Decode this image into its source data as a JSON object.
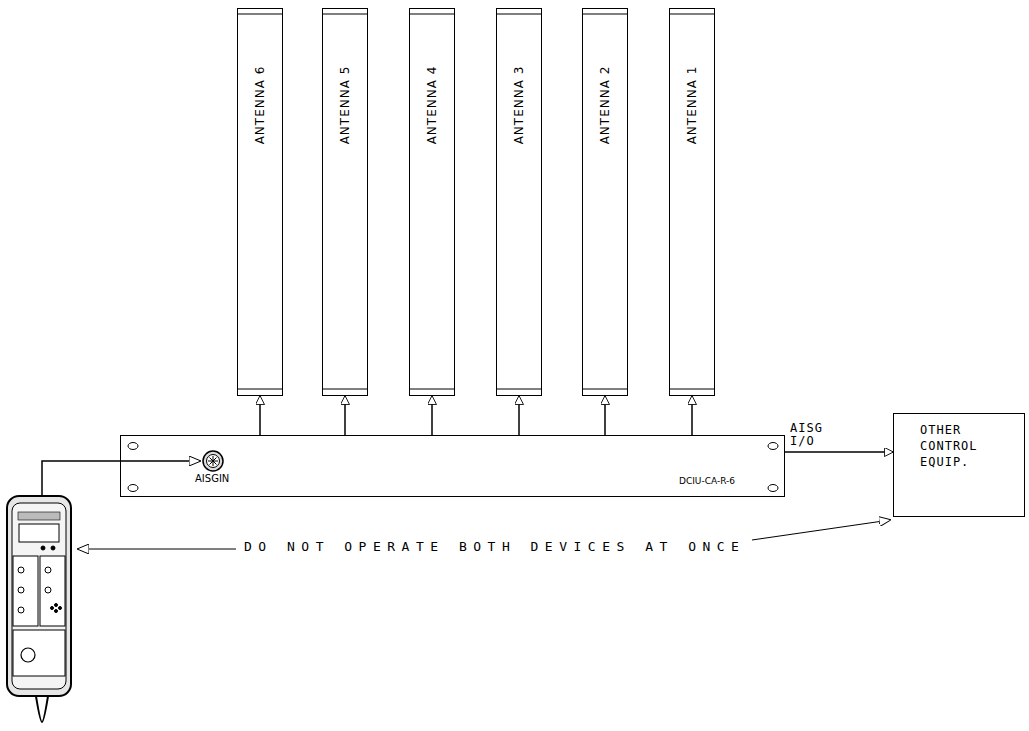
{
  "diagram": {
    "nodes": [
      {
        "text": [
          "ANTENNA 6"
        ]
      },
      {
        "text": [
          "ANTENNA 5"
        ]
      },
      {
        "text": [
          "ANTENNA 4"
        ]
      },
      {
        "text": [
          "ANTENNA 3"
        ]
      },
      {
        "text": [
          "ANTENNA 2"
        ]
      },
      {
        "text": [
          "ANTENNA 1"
        ]
      },
      {
        "text": [
          "AISGIN",
          "DCIU-CA-R-6"
        ]
      },
      {
        "text": [
          "OTHER CONTROL EQUIP."
        ]
      }
    ],
    "edges": [
      {
        "from": 6,
        "to": 0,
        "arrow": "to"
      },
      {
        "from": 6,
        "to": 1,
        "arrow": "to"
      },
      {
        "from": 6,
        "to": 2,
        "arrow": "to"
      },
      {
        "from": 6,
        "to": 3,
        "arrow": "to"
      },
      {
        "from": 6,
        "to": 4,
        "arrow": "to"
      },
      {
        "from": 6,
        "to": 5,
        "arrow": "to"
      },
      {
        "from": 6,
        "to": 7,
        "label": "AISG I/O",
        "arrow": "to"
      }
    ],
    "labels": [
      "DO NOT OPERATE BOTH DEVICES AT ONCE"
    ]
  }
}
